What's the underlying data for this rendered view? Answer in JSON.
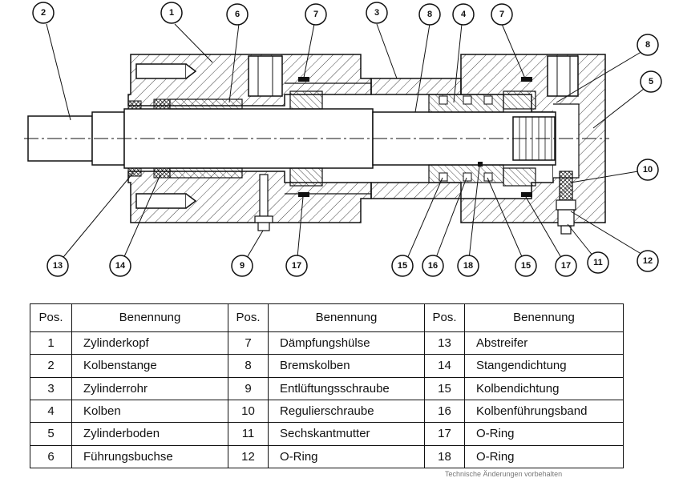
{
  "callouts": {
    "c1": "1",
    "c2": "2",
    "c3": "3",
    "c4": "4",
    "c5": "5",
    "c6": "6",
    "c7a": "7",
    "c7b": "7",
    "c8a": "8",
    "c8b": "8",
    "c9": "9",
    "c10": "10",
    "c11": "11",
    "c12": "12",
    "c13": "13",
    "c14": "14",
    "c15a": "15",
    "c15b": "15",
    "c16": "16",
    "c17a": "17",
    "c17b": "17",
    "c18": "18"
  },
  "table": {
    "headers": [
      "Pos.",
      "Benennung",
      "Pos.",
      "Benennung",
      "Pos.",
      "Benennung"
    ],
    "rows": [
      [
        {
          "pos": "1",
          "name": "Zylinderkopf"
        },
        {
          "pos": "7",
          "name": "Dämpfungshülse"
        },
        {
          "pos": "13",
          "name": "Abstreifer"
        }
      ],
      [
        {
          "pos": "2",
          "name": "Kolbenstange"
        },
        {
          "pos": "8",
          "name": "Bremskolben"
        },
        {
          "pos": "14",
          "name": "Stangendichtung"
        }
      ],
      [
        {
          "pos": "3",
          "name": "Zylinderrohr"
        },
        {
          "pos": "9",
          "name": "Entlüftungsschraube"
        },
        {
          "pos": "15",
          "name": "Kolbendichtung"
        }
      ],
      [
        {
          "pos": "4",
          "name": "Kolben"
        },
        {
          "pos": "10",
          "name": "Regulierschraube"
        },
        {
          "pos": "16",
          "name": "Kolbenführungsband"
        }
      ],
      [
        {
          "pos": "5",
          "name": "Zylinderboden"
        },
        {
          "pos": "11",
          "name": "Sechskantmutter"
        },
        {
          "pos": "17",
          "name": "O-Ring"
        }
      ],
      [
        {
          "pos": "6",
          "name": "Führungsbuchse"
        },
        {
          "pos": "12",
          "name": "O-Ring"
        },
        {
          "pos": "18",
          "name": "O-Ring"
        }
      ]
    ]
  },
  "footer": {
    "note": "Technische Änderungen vorbehalten"
  }
}
